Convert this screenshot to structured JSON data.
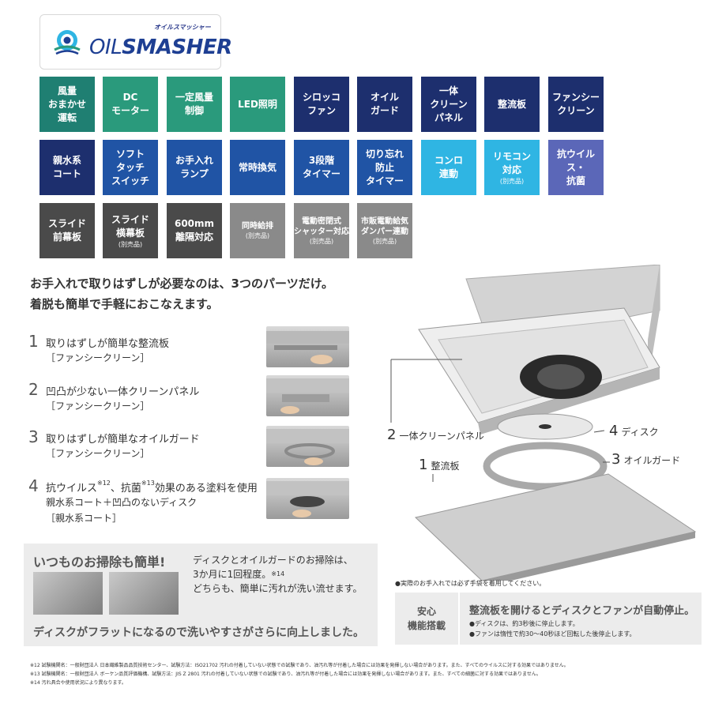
{
  "logo": {
    "sub": "オイルスマッシャー",
    "oil": "OIL",
    "smasher": "SMASHER",
    "mark": "oil-smasher-logo-icon"
  },
  "features": [
    {
      "label": "風量\nおまかせ\n運転"
    },
    {
      "label": "DC\nモーター"
    },
    {
      "label": "一定風量\n制御"
    },
    {
      "label": "LED照明"
    },
    {
      "label": "シロッコ\nファン"
    },
    {
      "label": "オイル\nガード"
    },
    {
      "label": "一体\nクリーン\nパネル"
    },
    {
      "label": "整流板"
    },
    {
      "label": "ファンシー\nクリーン"
    },
    {
      "label": "親水系\nコート"
    },
    {
      "label": "ソフト\nタッチ\nスイッチ"
    },
    {
      "label": "お手入れ\nランプ"
    },
    {
      "label": "常時換気"
    },
    {
      "label": "3段階\nタイマー"
    },
    {
      "label": "切り忘れ\n防止\nタイマー"
    },
    {
      "label": "コンロ\n連動"
    },
    {
      "label": "リモコン\n対応",
      "note": "(別売品)"
    },
    {
      "label": "抗ウイルス・\n抗菌"
    },
    {
      "label": "スライド\n前幕板"
    },
    {
      "label": "スライド\n横幕板",
      "note": "(別売品)"
    },
    {
      "label": "600mm\n離隔対応"
    },
    {
      "label": "同時給排",
      "note": "(別売品)"
    },
    {
      "label": "電動密閉式\nシャッター対応",
      "note": "(別売品)"
    },
    {
      "label": "市販電動給気\nダンパー連動",
      "note": "(別売品)"
    }
  ],
  "headline": "お手入れで取りはずしが必要なのは、3つのパーツだけ。\n着脱も簡単で手軽におこなえます。",
  "parts": [
    {
      "num": "1",
      "title": "取りはずしが簡単な整流板",
      "sub": "［ファンシークリーン］"
    },
    {
      "num": "2",
      "title": "凹凸が少ない一体クリーンパネル",
      "sub": "［ファンシークリーン］"
    },
    {
      "num": "3",
      "title": "取りはずしが簡単なオイルガード",
      "sub": "［ファンシークリーン］"
    },
    {
      "num": "4",
      "title_a": "抗ウイルス",
      "sup_a": "※12",
      "title_b": "、抗菌",
      "sup_b": "※13",
      "title_c": "効果のある塗料を使用",
      "sub": "親水系コート＋凹凸のないディスク",
      "sub2": "［親水系コート］"
    }
  ],
  "callouts": {
    "c4_num": "4",
    "c4": "ディスク",
    "c2_num": "2",
    "c2": "一体クリーンパネル",
    "c3_num": "3",
    "c3": "オイルガード",
    "c1_num": "1",
    "c1": "整流板"
  },
  "cleaning": {
    "title": "いつものお掃除も簡単!",
    "text_a": "ディスクとオイルガードのお掃除は、\n3か月に1回程度。",
    "text_sup": "※14",
    "text_b": "どちらも、簡単に汚れが洗い流せます。",
    "bottom": "ディスクがフラットになるので洗いやすさがさらに向上しました。"
  },
  "notice": "●実際のお手入れでは必ず手袋を着用してください。",
  "safety": {
    "label": "安心\n機能搭載",
    "title": "整流板を開けるとディスクとファンが自動停止。",
    "note1": "●ディスクは、約3秒後に停止します。",
    "note2": "●ファンは惰性で約30〜40秒ほど回転した後停止します。"
  },
  "footnotes": [
    "※12 試験機関名：一般財団法人 日本繊維製品品質技術センター、試験方法：ISO21702 汚れの付着していない状態での試験であり、油汚れ等が付着した場合には効果を発揮しない場合があります。また、すべてのウイルスに対する効果ではありません。",
    "※13 試験機関名：一般財団法人 ボーケン品質評価機構、試験方法：JIS Z 2801 汚れの付着していない状態での試験であり、油汚れ等が付着した場合には効果を発揮しない場合があります。また、すべての細菌に対する効果ではありません。",
    "※14 汚れ具合や使用状況により異なります。"
  ]
}
